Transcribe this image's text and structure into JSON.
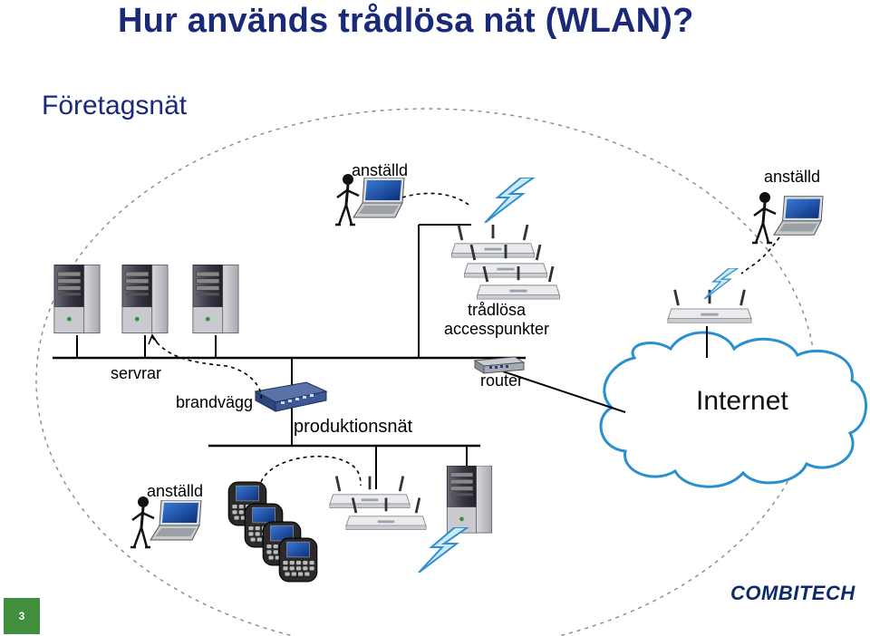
{
  "title": "Hur används trådlösa nät (WLAN)?",
  "subtitle": "Företagsnät",
  "labels": {
    "employee_top": "anställd",
    "employee_right": "anställd",
    "employee_bottom": "anställd",
    "access_points_line1": "trådlösa",
    "access_points_line2": "accesspunkter",
    "servers": "servrar",
    "firewall": "brandvägg",
    "production_network": "produktionsnät",
    "router": "router",
    "internet": "Internet"
  },
  "footer": {
    "page_number": "3",
    "logo_text": "COMBITECH"
  },
  "colors": {
    "title": "#1a2a78",
    "page_box": "#3f8f3f",
    "lightning": "#2e8fcf",
    "logo": "#0e2a6b"
  },
  "icons": [
    "stick-figure-icon",
    "laptop-icon",
    "server-tower-icon",
    "wireless-router-icon",
    "firewall-switch-icon",
    "router-icon",
    "pda-phone-icon",
    "lightning-icon",
    "cloud-icon"
  ]
}
